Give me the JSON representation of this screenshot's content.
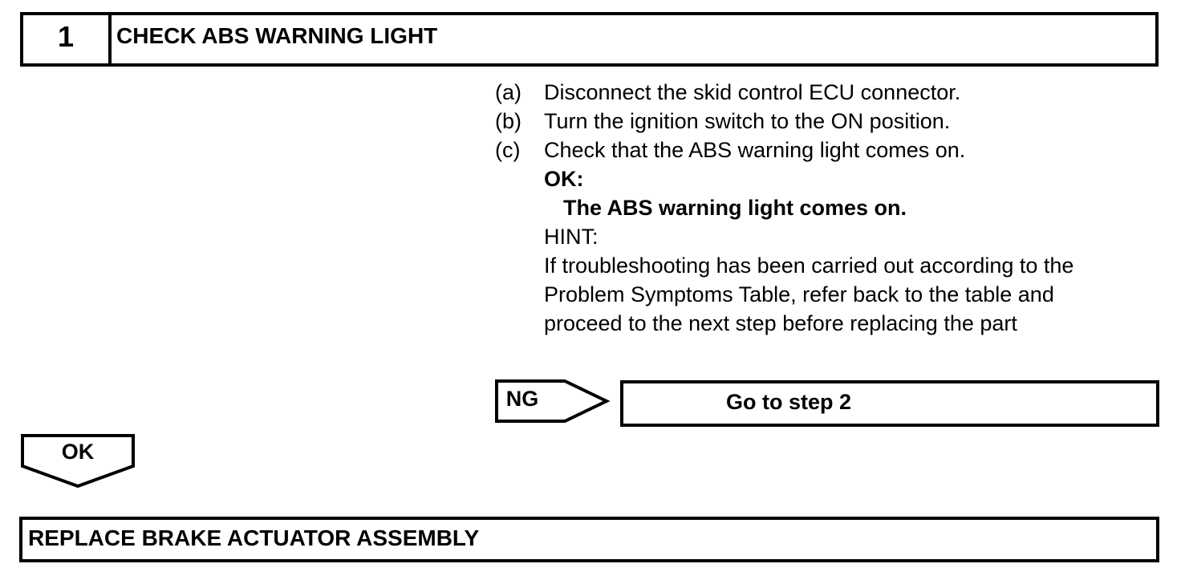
{
  "page": {
    "background": "#ffffff",
    "ink": "#000000"
  },
  "step_header": {
    "number": "1",
    "title": "CHECK ABS WARNING LIGHT"
  },
  "procedure": {
    "steps": [
      {
        "marker": "(a)",
        "text": "Disconnect the skid control ECU connector."
      },
      {
        "marker": "(b)",
        "text": "Turn the ignition switch to the ON position."
      },
      {
        "marker": "(c)",
        "text": "Check that the ABS warning light comes on."
      }
    ],
    "ok_label": "OK:",
    "ok_condition": "The ABS warning light comes on.",
    "hint_label": "HINT:",
    "hint_lines": [
      "If troubleshooting has been carried out according to the",
      "Problem Symptoms Table, refer back to the table and",
      "proceed to the next step before replacing the part"
    ]
  },
  "ng_branch": {
    "label": "NG",
    "action": "Go to step 2"
  },
  "ok_branch": {
    "label": "OK"
  },
  "result_box": {
    "title": "REPLACE BRAKE ACTUATOR ASSEMBLY"
  }
}
